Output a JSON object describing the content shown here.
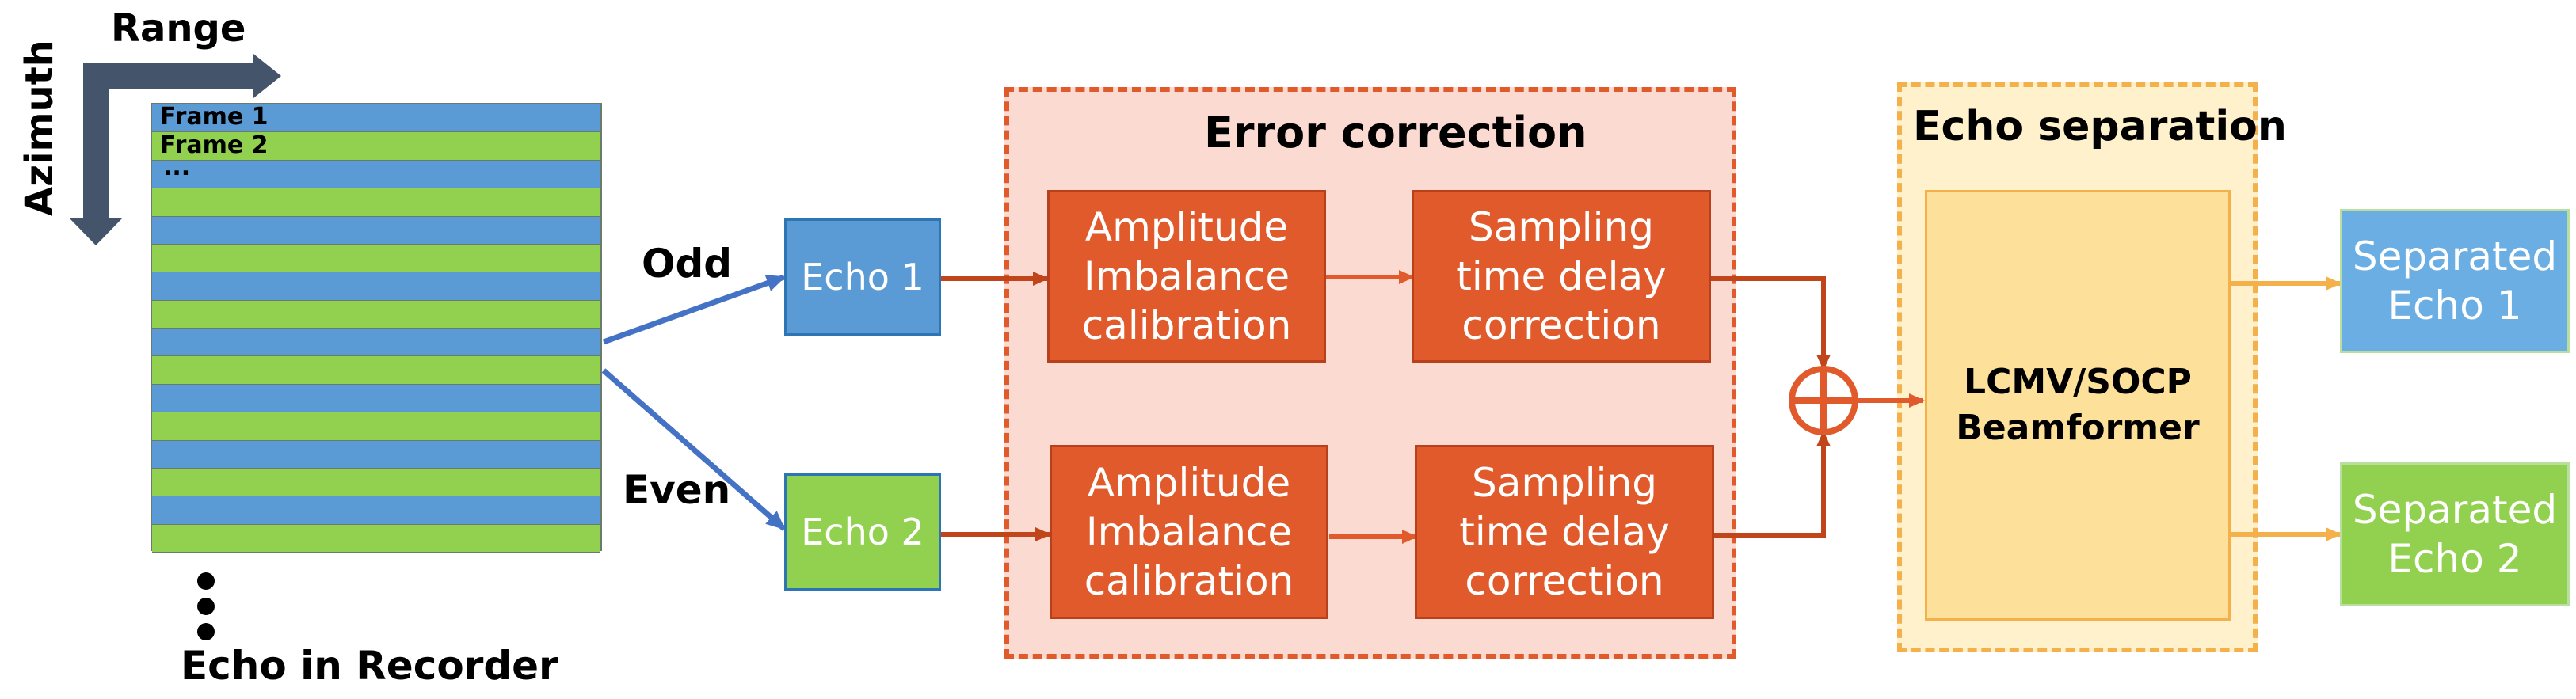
{
  "axes": {
    "range_label": "Range",
    "azimuth_label": "Azimuth"
  },
  "recorder": {
    "frame1": "Frame 1",
    "frame2": "Frame 2",
    "ellipsis": "...",
    "caption": "Echo in Recorder",
    "colors": {
      "blue": "#5b9bd5",
      "green": "#92d050"
    }
  },
  "branches": {
    "odd": "Odd",
    "even": "Even"
  },
  "echoes": {
    "echo1": "Echo 1",
    "echo2": "Echo 2"
  },
  "error_correction": {
    "title": "Error correction",
    "amp1": "Amplitude\nImbalance\ncalibration",
    "samp1": "Sampling\ntime delay\ncorrection",
    "amp2": "Amplitude\nImbalance\ncalibration",
    "samp2": "Sampling\ntime delay\ncorrection"
  },
  "echo_separation": {
    "title": "Echo separation",
    "beamformer": "LCMV/SOCP\nBeamformer"
  },
  "outputs": {
    "sep1": "Separated\nEcho 1",
    "sep2": "Separated\nEcho 2"
  },
  "colors": {
    "orange": "#e05a2b",
    "error_bg": "#fbdad2",
    "separation_bg": "#fff1cc",
    "beamformer_bg": "#fde09a",
    "arrow_blue": "#4472c4",
    "arrow_dark": "#c0451a",
    "arrow_light": "#f4b04b",
    "axis_arrow": "#44546a"
  }
}
